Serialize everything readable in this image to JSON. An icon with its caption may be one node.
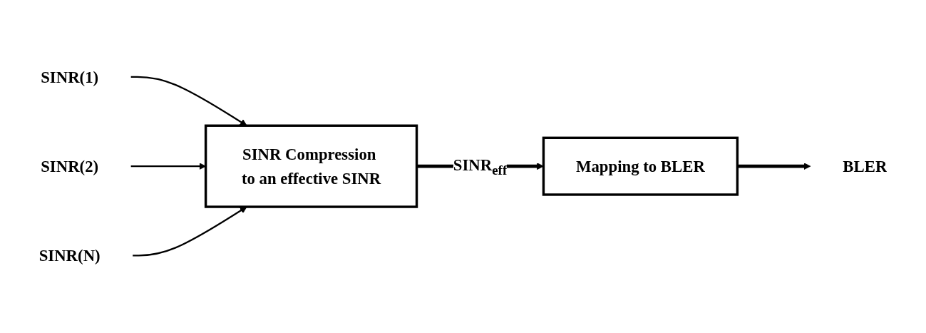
{
  "diagram": {
    "nodes": [
      {
        "text": [
          "SINR(1)"
        ]
      },
      {
        "text": [
          "SINR(2)"
        ]
      },
      {
        "text": [
          "SINR(N)"
        ]
      },
      {
        "text": [
          "SINR Compression to an effective SINR"
        ]
      },
      {
        "text": [
          "Mapping to BLER"
        ]
      },
      {
        "text": [
          "BLER"
        ]
      }
    ],
    "edges": [
      {
        "from": 0,
        "to": 3,
        "arrow": "to"
      },
      {
        "from": 1,
        "to": 3,
        "arrow": "to"
      },
      {
        "from": 2,
        "to": 3,
        "arrow": "to"
      },
      {
        "from": 3,
        "to": 4,
        "arrow": "to",
        "label": "SINR$_{eff}$",
        "style": "thick"
      },
      {
        "from": 4,
        "to": 5,
        "arrow": "to",
        "style": "thick"
      }
    ]
  }
}
